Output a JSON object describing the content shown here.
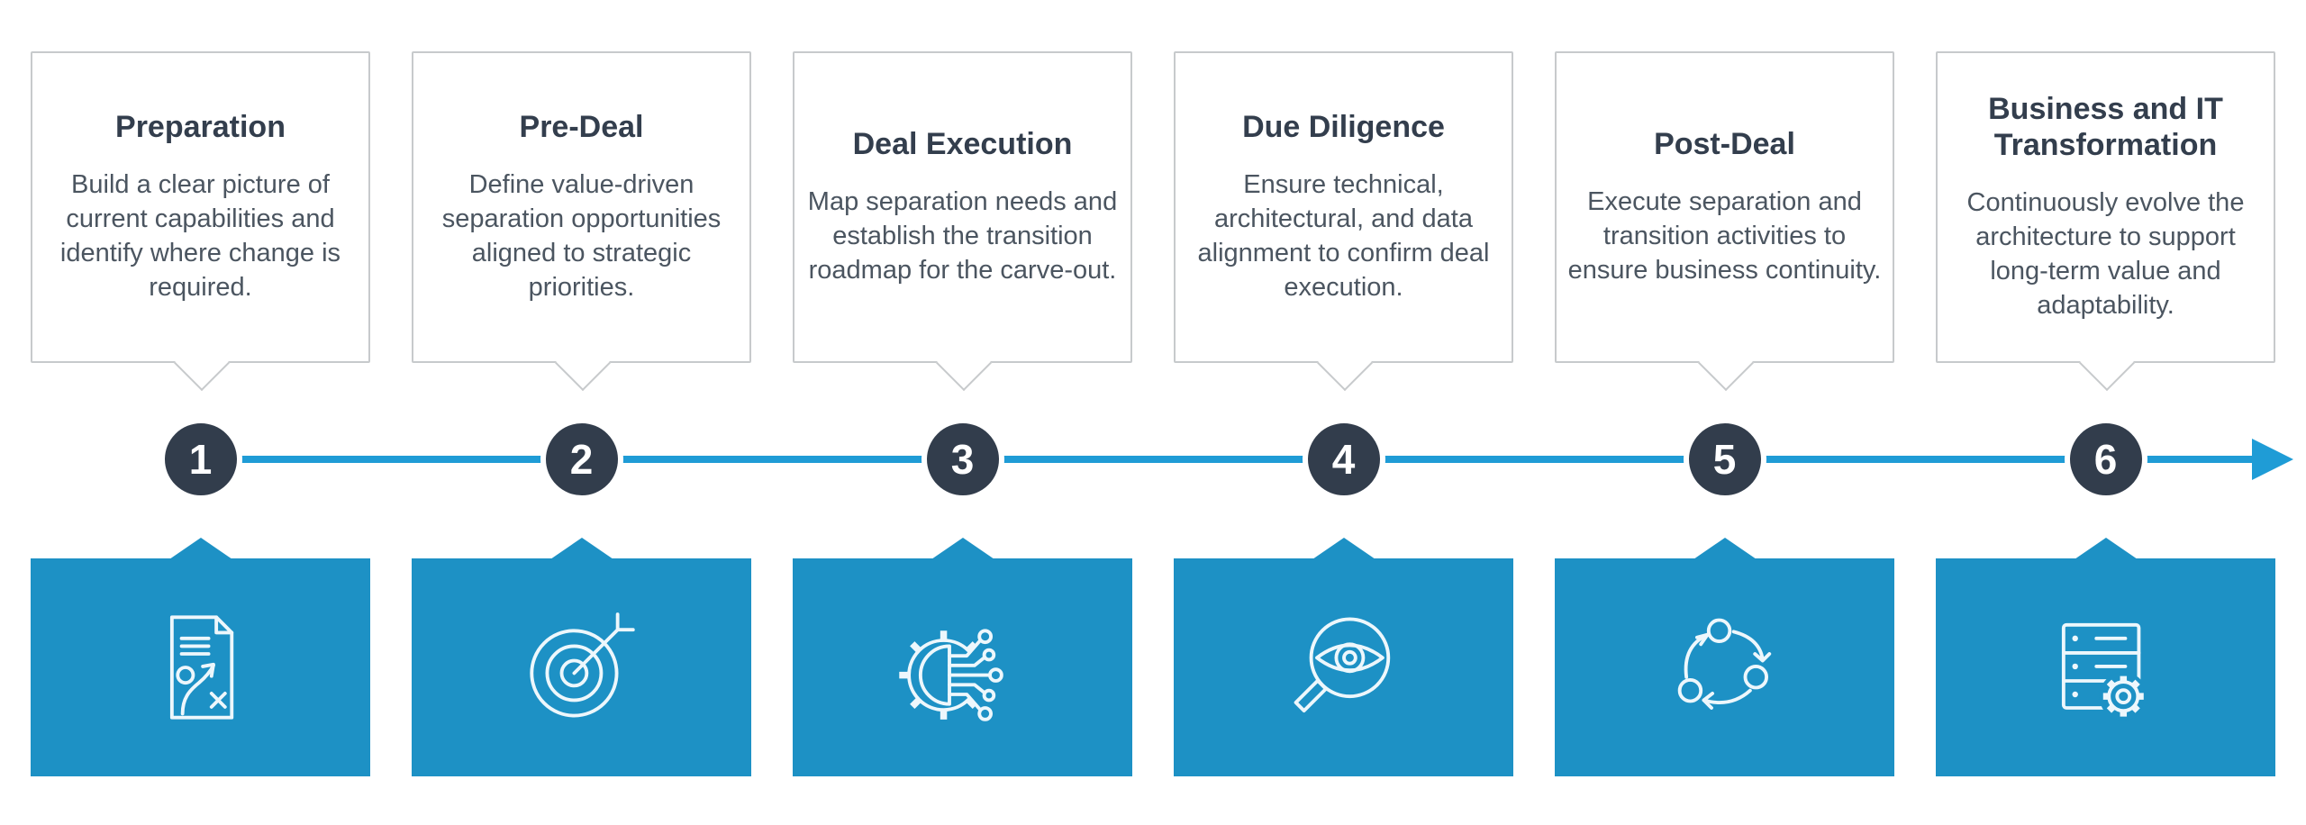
{
  "diagram_name": "M&A carve-out phases roadmap",
  "colors": {
    "accent_blue_box": "#1d91c5",
    "timeline_blue": "#1f9cd6",
    "dark_navy": "#323d4c",
    "title_text": "#333e4d",
    "body_text": "#4b5560",
    "card_border": "#c7cacc",
    "icon_stroke": "#edf7fc"
  },
  "timeline": {
    "direction": "left-to-right",
    "arrow_icon": "right-arrowhead-icon"
  },
  "steps": [
    {
      "number": "1",
      "title": "Preparation",
      "description": "Build a clear picture of current capabilities and identify where change is required.",
      "icon": "strategy-document-icon"
    },
    {
      "number": "2",
      "title": "Pre-Deal",
      "description": "Define value-driven separation opportunities aligned to strategic priorities.",
      "icon": "target-arrow-icon"
    },
    {
      "number": "3",
      "title": "Deal Execution",
      "description": "Map separation needs and establish the transition roadmap for the carve-out.",
      "icon": "gear-circuit-icon"
    },
    {
      "number": "4",
      "title": "Due Diligence",
      "description": "Ensure technical, architectural, and data alignment to confirm deal execution.",
      "icon": "magnifier-eye-icon"
    },
    {
      "number": "5",
      "title": "Post-Deal",
      "description": "Execute separation and transition activities to ensure business continuity.",
      "icon": "cycle-arrows-icon"
    },
    {
      "number": "6",
      "title": "Business and IT Transformation",
      "description": "Continuously evolve the architecture to support long-term value and adaptability.",
      "icon": "server-gear-icon"
    }
  ]
}
